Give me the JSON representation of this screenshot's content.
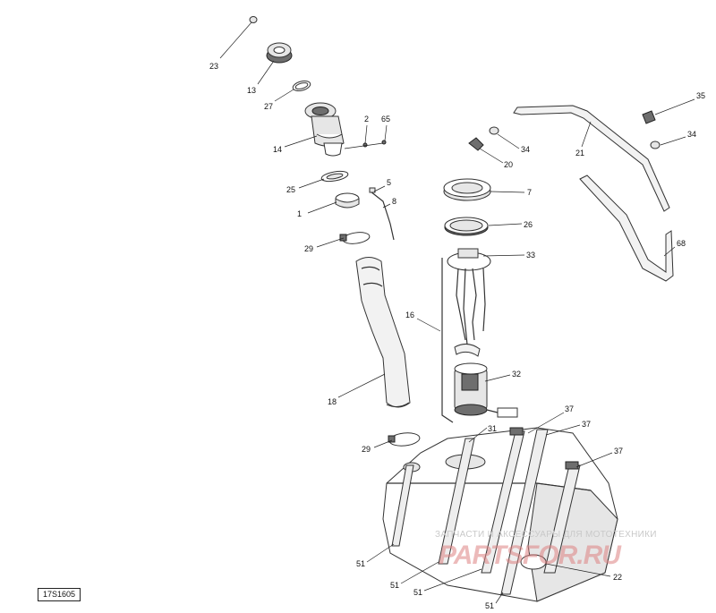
{
  "drawing_code": "17S1605",
  "watermark": {
    "text": "ЗАПЧАСТИ И АКСЕССУАРЫ ДЛЯ МОТОТЕХНИКИ",
    "logo": "PARTSFOR.RU"
  },
  "callouts": [
    {
      "id": "23",
      "label": "23"
    },
    {
      "id": "13",
      "label": "13"
    },
    {
      "id": "27",
      "label": "27"
    },
    {
      "id": "14",
      "label": "14"
    },
    {
      "id": "2",
      "label": "2"
    },
    {
      "id": "65",
      "label": "65"
    },
    {
      "id": "25",
      "label": "25"
    },
    {
      "id": "5",
      "label": "5"
    },
    {
      "id": "8",
      "label": "8"
    },
    {
      "id": "1",
      "label": "1"
    },
    {
      "id": "29a",
      "label": "29"
    },
    {
      "id": "16",
      "label": "16"
    },
    {
      "id": "18",
      "label": "18"
    },
    {
      "id": "29b",
      "label": "29"
    },
    {
      "id": "7",
      "label": "7"
    },
    {
      "id": "26",
      "label": "26"
    },
    {
      "id": "33",
      "label": "33"
    },
    {
      "id": "32",
      "label": "32"
    },
    {
      "id": "31",
      "label": "31"
    },
    {
      "id": "37a",
      "label": "37"
    },
    {
      "id": "37b",
      "label": "37"
    },
    {
      "id": "37c",
      "label": "37"
    },
    {
      "id": "34",
      "label": "34"
    },
    {
      "id": "20",
      "label": "20"
    },
    {
      "id": "21",
      "label": "21"
    },
    {
      "id": "35",
      "label": "35"
    },
    {
      "id": "36",
      "label": "34"
    },
    {
      "id": "68",
      "label": "68"
    },
    {
      "id": "22",
      "label": "22"
    },
    {
      "id": "51a",
      "label": "51"
    },
    {
      "id": "51b",
      "label": "51"
    },
    {
      "id": "51c",
      "label": "51"
    },
    {
      "id": "51d",
      "label": "51"
    }
  ]
}
